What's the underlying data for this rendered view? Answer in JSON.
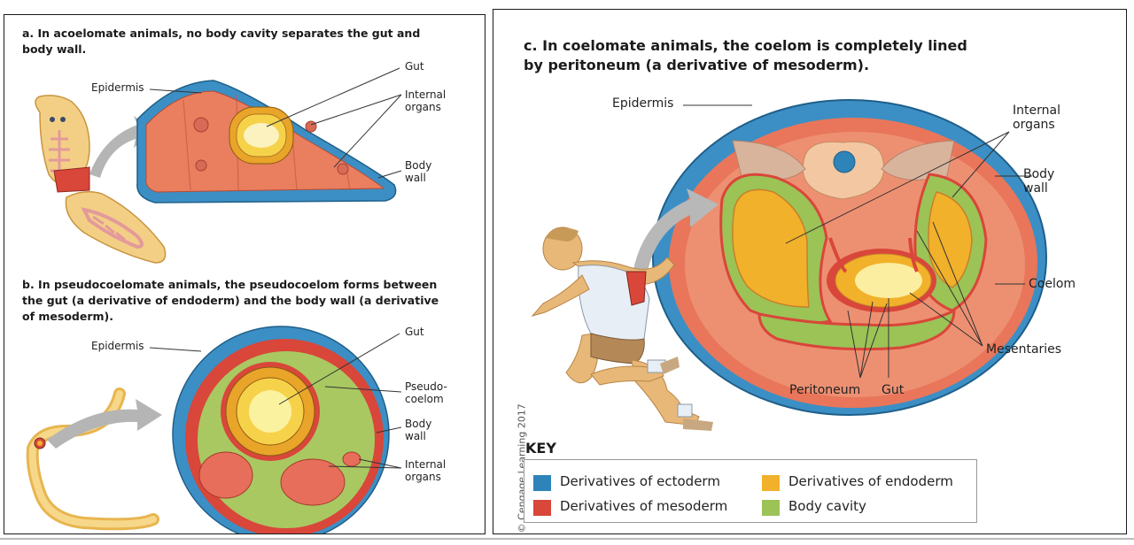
{
  "panel_a": {
    "title": "a. In acoelomate animals, no body cavity separates the gut and body wall.",
    "labels": {
      "gut": "Gut",
      "epidermis": "Epidermis",
      "internal_organs": "Internal organs",
      "body_wall": "Body wall"
    }
  },
  "panel_b": {
    "title": "b. In pseudocoelomate animals, the pseudocoelom forms between the gut (a derivative of endoderm) and the body wall (a derivative of mesoderm).",
    "labels": {
      "gut": "Gut",
      "epidermis": "Epidermis",
      "pseudocoelom": "Pseudo-coelom",
      "body_wall": "Body wall",
      "internal_organs": "Internal organs"
    }
  },
  "panel_c": {
    "title": "c. In coelomate animals, the coelom is completely lined by peritoneum (a derivative of mesoderm).",
    "labels": {
      "epidermis": "Epidermis",
      "internal_organs": "Internal organs",
      "body_wall": "Body wall",
      "coelom": "Coelom",
      "mesentaries": "Mesentaries",
      "peritoneum": "Peritoneum",
      "gut": "Gut"
    },
    "copyright": "© Cengage Learning 2017"
  },
  "key": {
    "title": "KEY",
    "items": [
      {
        "label": "Derivatives of ectoderm",
        "color": "#2e84b8"
      },
      {
        "label": "Derivatives of endoderm",
        "color": "#f2b12a"
      },
      {
        "label": "Derivatives of mesoderm",
        "color": "#d9463a"
      },
      {
        "label": "Body cavity",
        "color": "#9bc356"
      }
    ]
  },
  "colors": {
    "ectoderm": "#2e84b8",
    "mesoderm": "#d9463a",
    "endoderm": "#f2b12a",
    "body_cavity": "#9bc356",
    "skin": "#e8b878"
  }
}
